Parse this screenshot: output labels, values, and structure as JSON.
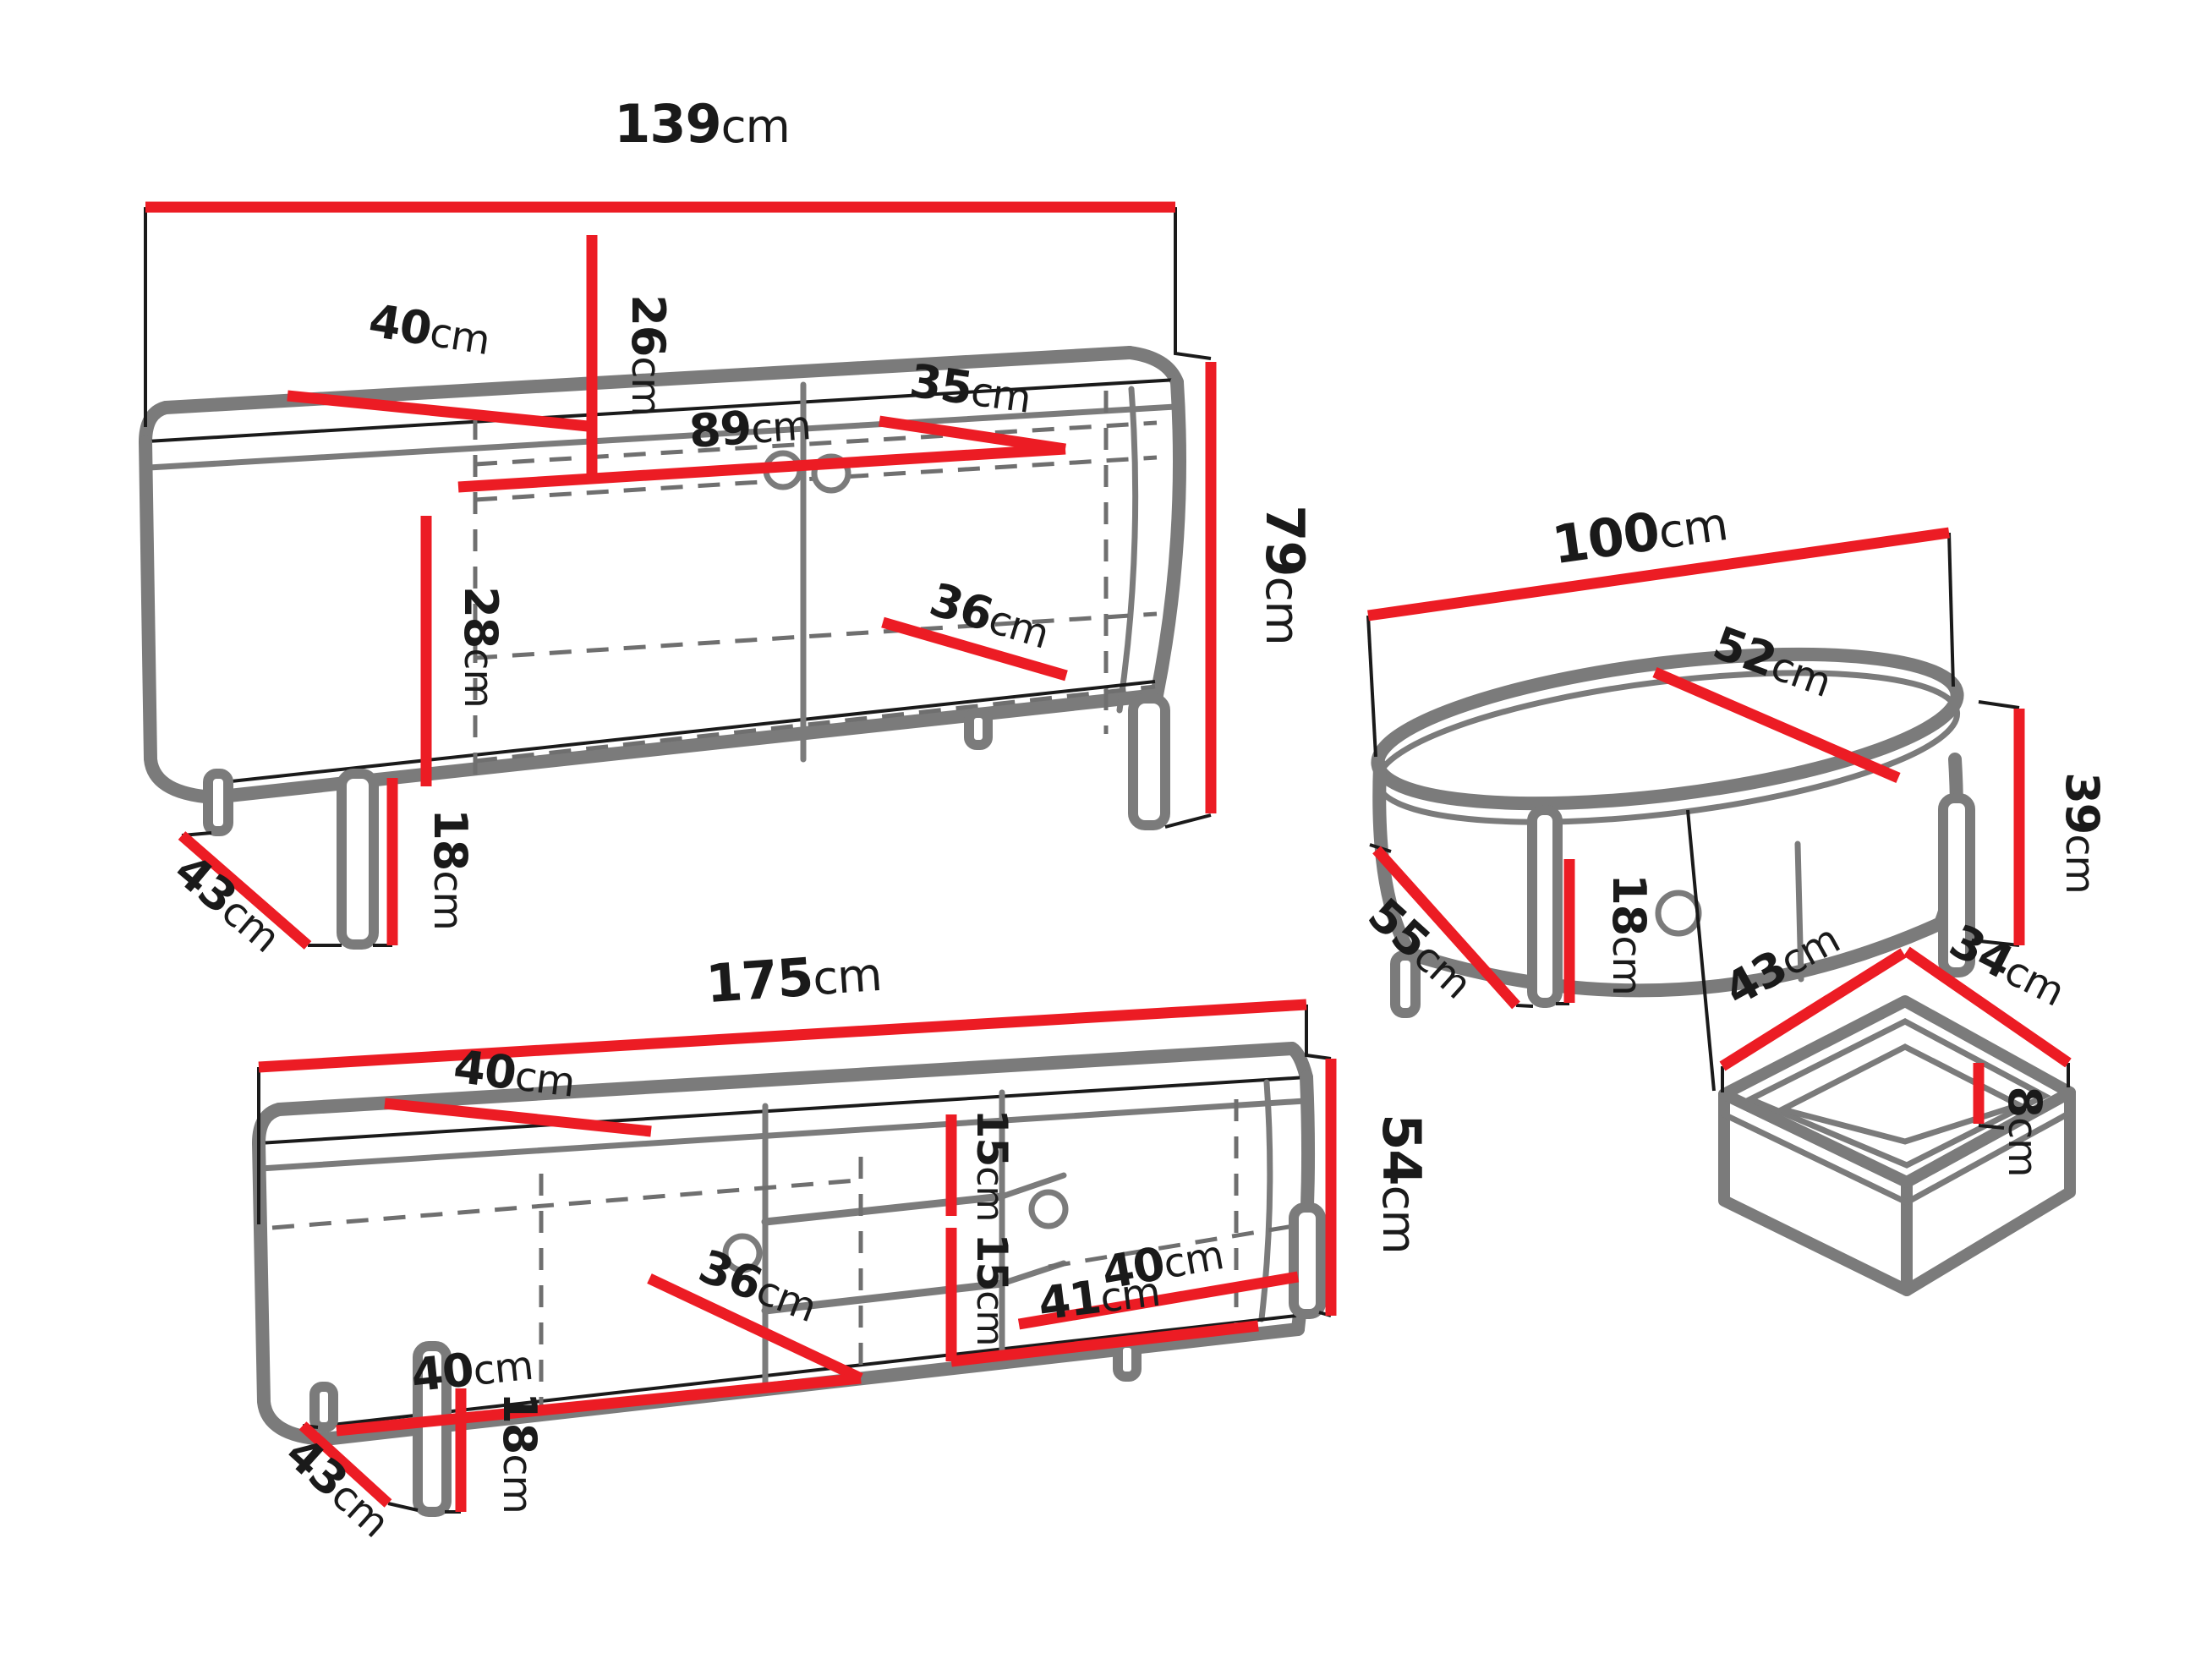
{
  "colors": {
    "dimension_red": "#EC1C24",
    "outline_gray": "#7B7B7B",
    "dashed_gray": "#6F6F6F",
    "ink_black": "#1A1A1A",
    "background": "#FFFFFF"
  },
  "sideboard": {
    "dims": {
      "width": {
        "v": "139",
        "u": "cm"
      },
      "top_depth": {
        "v": "40",
        "u": "cm"
      },
      "upper_inner_height": {
        "v": "26",
        "u": "cm"
      },
      "inner_width": {
        "v": "89",
        "u": "cm"
      },
      "upper_shelf_depth": {
        "v": "35",
        "u": "cm"
      },
      "lower_inner_height": {
        "v": "28",
        "u": "cm"
      },
      "lower_shelf_depth": {
        "v": "36",
        "u": "cm"
      },
      "height": {
        "v": "79",
        "u": "cm"
      },
      "base_depth": {
        "v": "43",
        "u": "cm"
      },
      "leg_height": {
        "v": "18",
        "u": "cm"
      }
    }
  },
  "coffee_table": {
    "dims": {
      "width": {
        "v": "100",
        "u": "cm"
      },
      "top_depth": {
        "v": "52",
        "u": "cm"
      },
      "height": {
        "v": "39",
        "u": "cm"
      },
      "base_depth": {
        "v": "55",
        "u": "cm"
      },
      "leg_height": {
        "v": "18",
        "u": "cm"
      }
    }
  },
  "tv_stand": {
    "dims": {
      "width": {
        "v": "175",
        "u": "cm"
      },
      "top_depth": {
        "v": "40",
        "u": "cm"
      },
      "upper_shelf_gap": {
        "v": "15",
        "u": "cm"
      },
      "lower_shelf_gap": {
        "v": "15",
        "u": "cm"
      },
      "left_inner_depth": {
        "v": "36",
        "u": "cm"
      },
      "left_inner_width": {
        "v": "40",
        "u": "cm"
      },
      "middle_inner_width": {
        "v": "41",
        "u": "cm"
      },
      "right_inner_width": {
        "v": "40",
        "u": "cm"
      },
      "height": {
        "v": "54",
        "u": "cm"
      },
      "base_depth": {
        "v": "43",
        "u": "cm"
      },
      "leg_height": {
        "v": "18",
        "u": "cm"
      }
    }
  },
  "drawer": {
    "dims": {
      "inner_depth": {
        "v": "43",
        "u": "cm"
      },
      "inner_width": {
        "v": "34",
        "u": "cm"
      },
      "inner_height": {
        "v": "8",
        "u": "cm"
      }
    }
  }
}
